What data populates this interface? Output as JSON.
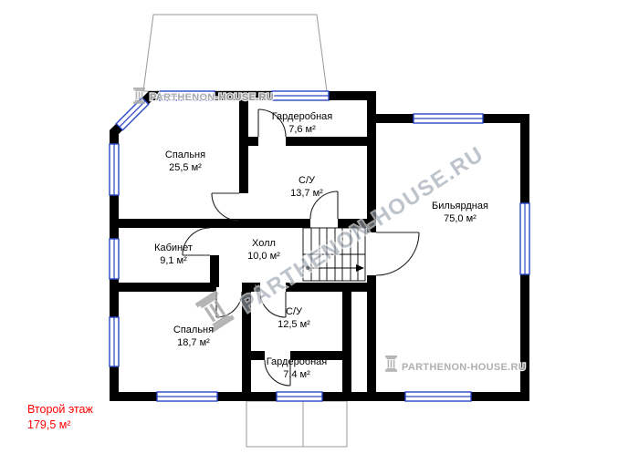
{
  "floor_label": {
    "name": "Второй этаж",
    "area": "179,5 м²"
  },
  "watermark": {
    "text": "PARTHENON-HOUSE.RU"
  },
  "rooms": [
    {
      "name": "Гардеробная",
      "area": "7,6 м²"
    },
    {
      "name": "Спальня",
      "area": "25,5 м²"
    },
    {
      "name": "С/У",
      "area": "13,7 м²"
    },
    {
      "name": "Бильярдная",
      "area": "75,0 м²"
    },
    {
      "name": "Кабинет",
      "area": "9,1 м²"
    },
    {
      "name": "Холл",
      "area": "10,0 м²"
    },
    {
      "name": "С/У",
      "area": "12,5 м²"
    },
    {
      "name": "Спальня",
      "area": "18,7 м²"
    },
    {
      "name": "Гардеробная",
      "area": "7,4 м²"
    }
  ],
  "colors": {
    "wall": "#000000",
    "window": "#2946c8",
    "watermark": "#a8a8a8",
    "watermark_big": "#97a1ac",
    "floor_label": "#ff0000",
    "roof_line": "#9a9a9a"
  }
}
